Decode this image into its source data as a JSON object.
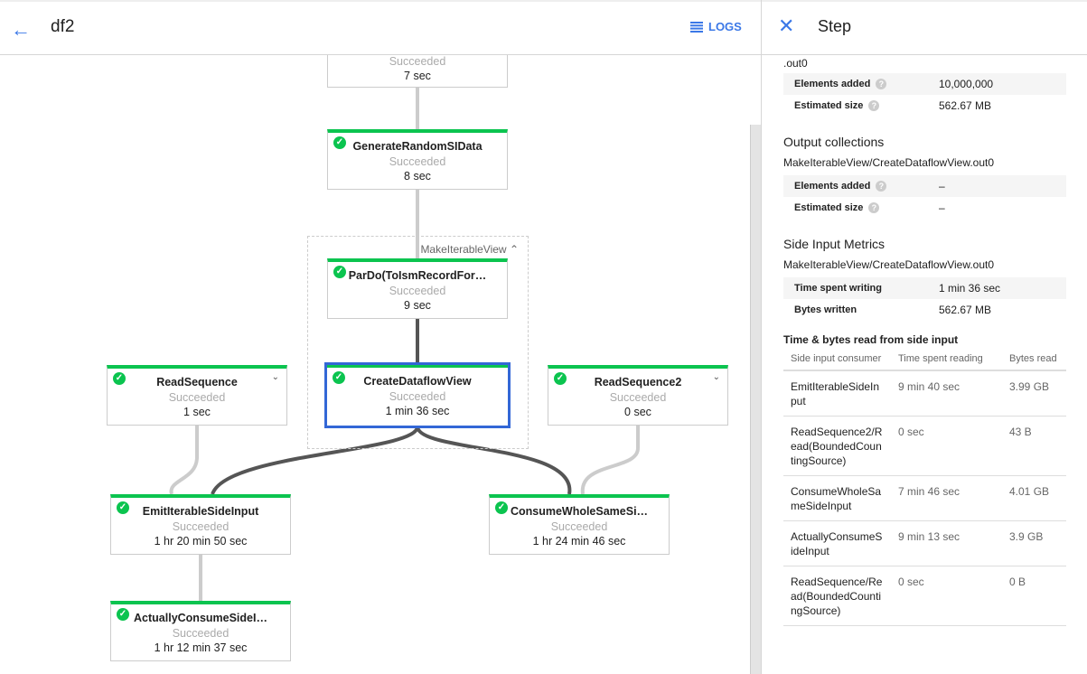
{
  "header": {
    "title": "df2",
    "logs_label": "LOGS"
  },
  "graph": {
    "group_label": "MakeIterableView",
    "nodes": [
      {
        "name": "",
        "status": "Succeeded",
        "duration": "7 sec"
      },
      {
        "name": "GenerateRandomSIData",
        "status": "Succeeded",
        "duration": "8 sec"
      },
      {
        "name": "ParDo(ToIsmRecordFor…",
        "status": "Succeeded",
        "duration": "9 sec"
      },
      {
        "name": "CreateDataflowView",
        "status": "Succeeded",
        "duration": "1 min 36 sec"
      },
      {
        "name": "ReadSequence",
        "status": "Succeeded",
        "duration": "1 sec"
      },
      {
        "name": "ReadSequence2",
        "status": "Succeeded",
        "duration": "0 sec"
      },
      {
        "name": "EmitIterableSideInput",
        "status": "Succeeded",
        "duration": "1 hr 20 min 50 sec"
      },
      {
        "name": "ConsumeWholeSameSi…",
        "status": "Succeeded",
        "duration": "1 hr 24 min 46 sec"
      },
      {
        "name": "ActuallyConsumeSideI…",
        "status": "Succeeded",
        "duration": "1 hr 12 min 37 sec"
      }
    ]
  },
  "panel": {
    "title": "Step",
    "cut_text": ".out0",
    "input": [
      {
        "k": "Elements added",
        "v": "10,000,000"
      },
      {
        "k": "Estimated size",
        "v": "562.67 MB"
      }
    ],
    "output_heading": "Output collections",
    "output_name": "MakeIterableView/CreateDataflowView.out0",
    "output": [
      {
        "k": "Elements added",
        "v": "–"
      },
      {
        "k": "Estimated size",
        "v": "–"
      }
    ],
    "side_heading": "Side Input Metrics",
    "side_name": "MakeIterableView/CreateDataflowView.out0",
    "side": [
      {
        "k": "Time spent writing",
        "v": "1 min 36 sec"
      },
      {
        "k": "Bytes written",
        "v": "562.67 MB"
      }
    ],
    "table_heading": "Time & bytes read from side input",
    "columns": [
      "Side input consumer",
      "Time spent reading",
      "Bytes read"
    ],
    "rows": [
      [
        "EmitIterableSideInput",
        "9 min 40 sec",
        "3.99 GB"
      ],
      [
        "ReadSequence2/Read(BoundedCountingSource)",
        "0 sec",
        "43 B"
      ],
      [
        "ConsumeWholeSameSideInput",
        "7 min 46 sec",
        "4.01 GB"
      ],
      [
        "ActuallyConsumeSideInput",
        "9 min 13 sec",
        "3.9 GB"
      ],
      [
        "ReadSequence/Read(BoundedCountingSource)",
        "0 sec",
        "0 B"
      ]
    ]
  }
}
